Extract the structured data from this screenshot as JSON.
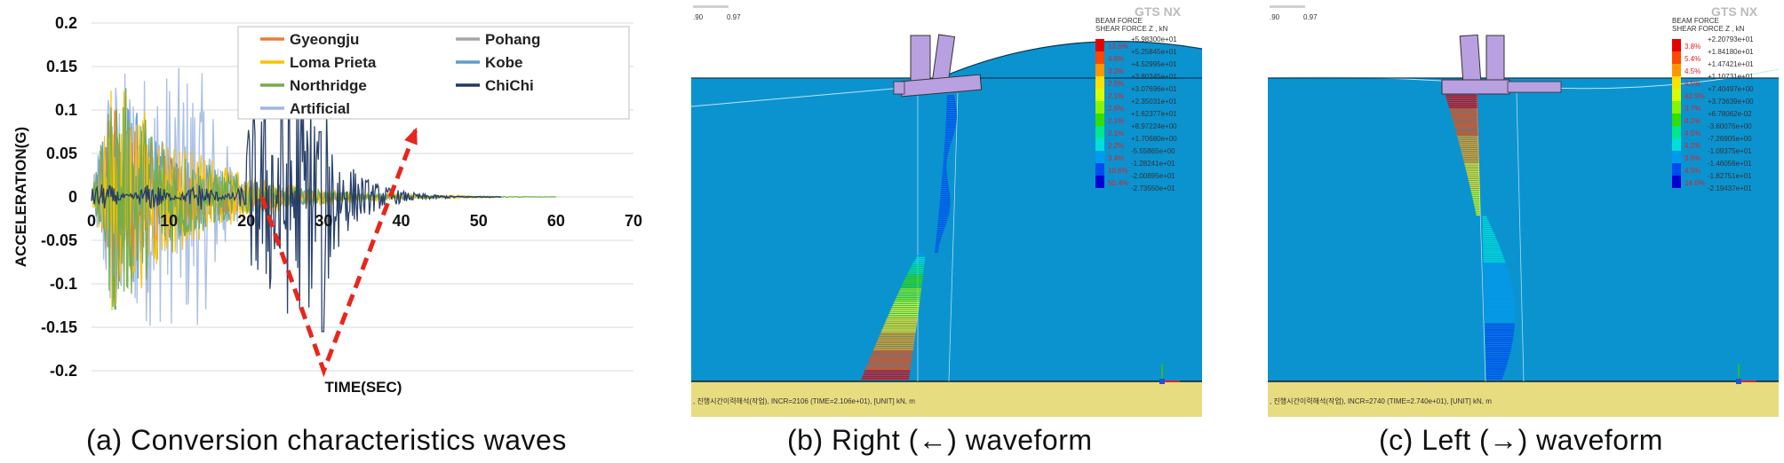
{
  "captions": {
    "a": "(a) Conversion characteristics waves",
    "b_pre": "(b) Right (",
    "b_post": ") waveform",
    "c_pre": "(c) Left (",
    "c_post": ") waveform"
  },
  "chart_data": {
    "type": "line",
    "xlabel": "TIME(SEC)",
    "ylabel": "ACCELERATION(G)",
    "xlim": [
      0,
      70
    ],
    "ylim": [
      -0.2,
      0.2
    ],
    "xticks": [
      0,
      10,
      20,
      30,
      40,
      50,
      60,
      70
    ],
    "yticks": [
      0.2,
      0.15,
      0.1,
      0.05,
      0,
      -0.05,
      -0.1,
      -0.15,
      -0.2
    ],
    "ytick_labels": [
      "0.2",
      "0.15",
      "0.1",
      "0.05",
      "0",
      "-0.05",
      "-0.1",
      "-0.15",
      "-0.2"
    ],
    "grid": "horizontal",
    "legend_position": "top-right",
    "series": [
      {
        "name": "Gyeongju",
        "color": "#ed7d31",
        "duration": 52,
        "peak": 0.12,
        "decay": 8
      },
      {
        "name": "Pohang",
        "color": "#a5a5a5",
        "duration": 52,
        "peak": 0.1,
        "decay": 9
      },
      {
        "name": "Loma Prieta",
        "color": "#ffc000",
        "duration": 52,
        "peak": 0.15,
        "decay": 10
      },
      {
        "name": "Kobe",
        "color": "#5b9bd5",
        "duration": 52,
        "peak": 0.14,
        "decay": 9
      },
      {
        "name": "Northridge",
        "color": "#70ad47",
        "duration": 60,
        "peak": 0.15,
        "decay": 9
      },
      {
        "name": "ChiChi",
        "color": "#203864",
        "duration": 53,
        "peak": 0.155,
        "decay": 30
      },
      {
        "name": "Artificial",
        "color": "#9fb6e0",
        "duration": 20,
        "peak": 0.15,
        "decay": 40
      }
    ],
    "annotation": {
      "type": "red-dashed-v-arrow",
      "points": [
        [
          22,
          0
        ],
        [
          30,
          -0.2
        ],
        [
          42,
          0.08
        ]
      ],
      "color": "#e8261c"
    }
  },
  "fem": {
    "legend_title_1": "BEAM FORCE",
    "legend_title_2": "SHEAR FORCE Z , kN",
    "b": {
      "values": [
        "+5.98300e+01",
        "+5.25845e+01",
        "+4.52995e+01",
        "+3.80345e+01",
        "+3.07696e+01",
        "+2.35031e+01",
        "+1.62377e+01",
        "+8.97224e+00",
        "+1.70680e+00",
        "-5.55865e+00",
        "-1.28241e+01",
        "-2.00895e+01",
        "-2.73550e+01"
      ],
      "percents": [
        "13.6%",
        "4.6%",
        "3.2%",
        "2.5%",
        "2.1%",
        "2.5%",
        "2.1%",
        "2.1%",
        "2.2%",
        "3.4%",
        "10.6%",
        "50.4%"
      ],
      "status": ", 진행시간이력해석(작업), INCR=2106 (TIME=2.106e+01), [UNIT] kN, m"
    },
    "c": {
      "values": [
        "+2.20793e+01",
        "+1.84180e+01",
        "+1.47421e+01",
        "+1.10731e+01",
        "+7.40497e+00",
        "+3.73639e+00",
        "+6.78062e-02",
        "-3.60076e+00",
        "-7.26905e+00",
        "-1.09375e+01",
        "-1.46056e+01",
        "-1.82751e+01",
        "-2.19437e+01"
      ],
      "percents": [
        "3.8%",
        "5.4%",
        "4.5%",
        "4.5%",
        "42.5%",
        "3.7%",
        "4.2%",
        "4.5%",
        "4.2%",
        "3.9%",
        "4.5%",
        "14.0%"
      ],
      "status": ", 진행시간이력해석(작업), INCR=2740 (TIME=2.740e+01), [UNIT] kN, m"
    },
    "logo": "GTS NX",
    "colors": [
      "#e60000",
      "#ff4800",
      "#ff9600",
      "#ffe100",
      "#d7ff00",
      "#87f500",
      "#2fe000",
      "#00e887",
      "#00e0d8",
      "#009bf0",
      "#004cf0",
      "#0000d2"
    ]
  }
}
